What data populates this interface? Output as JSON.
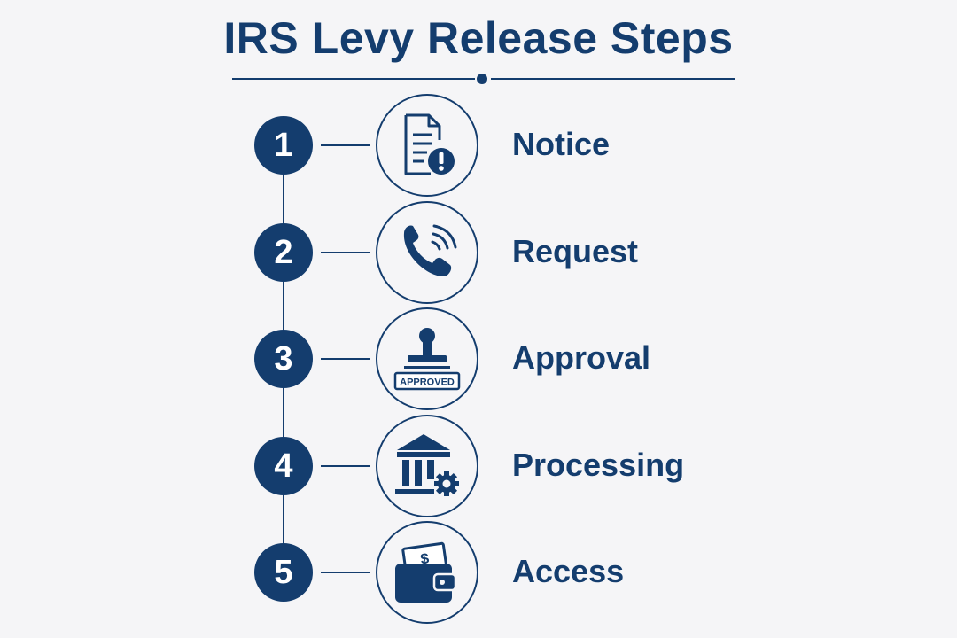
{
  "title": "IRS Levy Release Steps",
  "colors": {
    "primary": "#143d6e",
    "background": "#f5f5f7"
  },
  "steps": [
    {
      "number": "1",
      "label": "Notice",
      "icon": "document-alert-icon"
    },
    {
      "number": "2",
      "label": "Request",
      "icon": "phone-call-icon"
    },
    {
      "number": "3",
      "label": "Approval",
      "icon": "approved-stamp-icon",
      "stamp_text": "APPROVED"
    },
    {
      "number": "4",
      "label": "Processing",
      "icon": "bank-gear-icon"
    },
    {
      "number": "5",
      "label": "Access",
      "icon": "wallet-money-icon",
      "money_symbol": "$"
    }
  ]
}
